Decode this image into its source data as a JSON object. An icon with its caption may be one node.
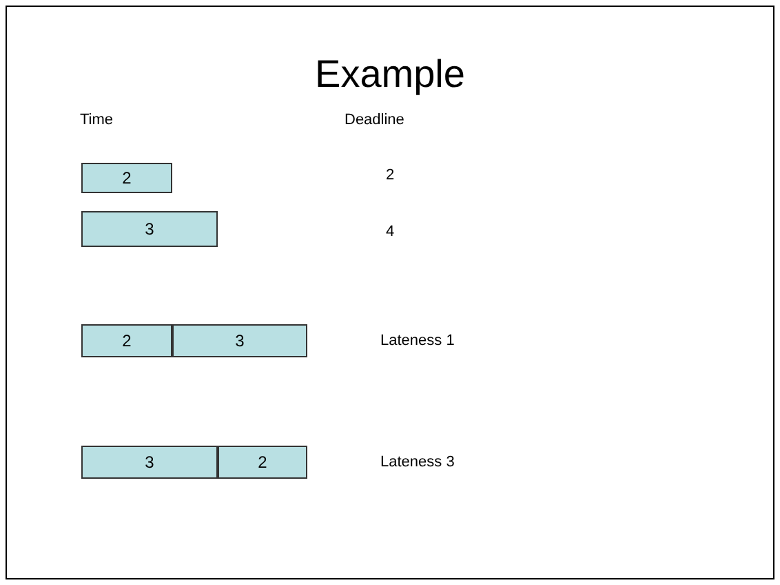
{
  "diagram": {
    "title": "Example",
    "nodes": [
      {
        "text": [
          "2"
        ]
      },
      {
        "text": [
          "3"
        ]
      },
      {
        "text": [
          "2"
        ]
      },
      {
        "text": [
          "3"
        ]
      },
      {
        "text": [
          "3"
        ]
      },
      {
        "text": [
          "2"
        ]
      }
    ],
    "labels": [
      "Time",
      "Deadline",
      "2",
      "4",
      "Lateness 1",
      "Lateness 3"
    ]
  }
}
